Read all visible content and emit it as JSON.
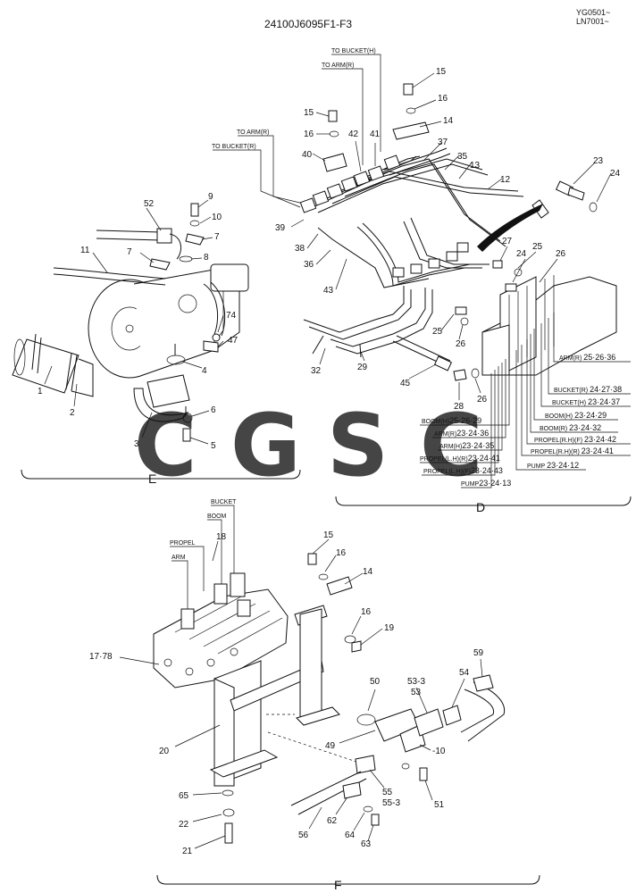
{
  "header": {
    "part_code": "24100J6095F1-F3",
    "serial_1": "YG0501~",
    "serial_2": "LN7001~"
  },
  "sections": {
    "e": "E",
    "d": "D",
    "f": "F"
  },
  "watermark": {
    "letters": [
      "C",
      "G",
      "S",
      "C"
    ],
    "colors": [
      "#4a86e8",
      "#f28b82",
      "#fdd663",
      "#3fae6a"
    ]
  },
  "section_e": {
    "callouts": [
      "52",
      "9",
      "10",
      "7",
      "11",
      "7",
      "8",
      "74",
      "47",
      "4",
      "1",
      "2",
      "3",
      "6",
      "5"
    ]
  },
  "section_d": {
    "flow_labels": {
      "to_bucket_h": "TO BUCKET(H)",
      "to_arm_r": "TO ARM(R)",
      "to_arm_r2": "TO ARM(R)",
      "to_bucket_r": "TO BUCKET(R)"
    },
    "callouts": [
      "15",
      "16",
      "14",
      "15",
      "16",
      "42",
      "41",
      "40",
      "37",
      "35",
      "13",
      "12",
      "23",
      "24",
      "39",
      "38",
      "36",
      "43",
      "27",
      "25",
      "24",
      "26",
      "32",
      "29",
      "25",
      "26",
      "28",
      "26",
      "45"
    ],
    "ports": [
      {
        "name": "ARM(R)",
        "refs": "25·26·36"
      },
      {
        "name": "BUCKET(R)",
        "refs": "24·27·38"
      },
      {
        "name": "BUCKET(H)",
        "refs": "23·24·37"
      },
      {
        "name": "BOOM(H)",
        "refs": "23·24·29"
      },
      {
        "name": "BOOM(R)",
        "refs": "23·24·32"
      },
      {
        "name": "PROPEL(R.H)(F)",
        "refs": "23·24·42"
      },
      {
        "name": "PROPEL(R.H)(R)",
        "refs": "23·24·41"
      },
      {
        "name": "PUMP",
        "refs": "23·24·12"
      }
    ],
    "ports_left": [
      {
        "name": "BOOM(H)",
        "refs": "25·26·29"
      },
      {
        "name": "ARM(R)",
        "refs": "23·24·36"
      },
      {
        "name": "ARM(H)",
        "refs": "23·24·35"
      },
      {
        "name": "PROPEL(L.H)(R)",
        "refs": "23·24·41"
      },
      {
        "name": "PROPEL(L.H)(F)",
        "refs": "23·24·43"
      },
      {
        "name": "PUMP",
        "refs": "23·24·13"
      }
    ]
  },
  "section_f": {
    "valve_labels": {
      "bucket": "BUCKET",
      "boom": "BOOM",
      "propel": "PROPEL",
      "arm": "ARM"
    },
    "callouts": [
      "18",
      "15",
      "16",
      "14",
      "16",
      "19",
      "17·78",
      "50",
      "53-3",
      "53",
      "54",
      "59",
      "20",
      "49",
      "-10",
      "65",
      "55",
      "55-3",
      "51",
      "22",
      "62",
      "64",
      "63",
      "56",
      "21"
    ]
  }
}
